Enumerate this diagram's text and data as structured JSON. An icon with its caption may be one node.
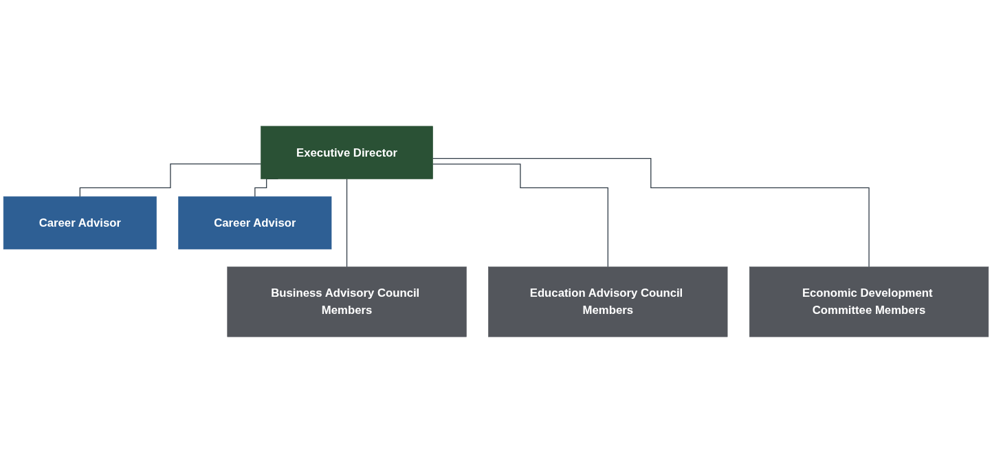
{
  "diagram": {
    "nodes": [
      {
        "text": [
          "Executive Director"
        ]
      },
      {
        "text": [
          "Career Advisor"
        ]
      },
      {
        "text": [
          "Career Advisor"
        ]
      },
      {
        "text": [
          "Business Advisory Council Members"
        ]
      },
      {
        "text": [
          "Education Advisory Council Members"
        ]
      },
      {
        "text": [
          "Economic Development Committee Members"
        ]
      }
    ],
    "edges": [
      {
        "from": 0,
        "to": 1,
        "arrow": "none"
      },
      {
        "from": 0,
        "to": 2,
        "arrow": "none"
      },
      {
        "from": 0,
        "to": 3,
        "arrow": "none"
      },
      {
        "from": 0,
        "to": 4,
        "arrow": "none"
      },
      {
        "from": 0,
        "to": 5,
        "arrow": "none"
      }
    ]
  }
}
